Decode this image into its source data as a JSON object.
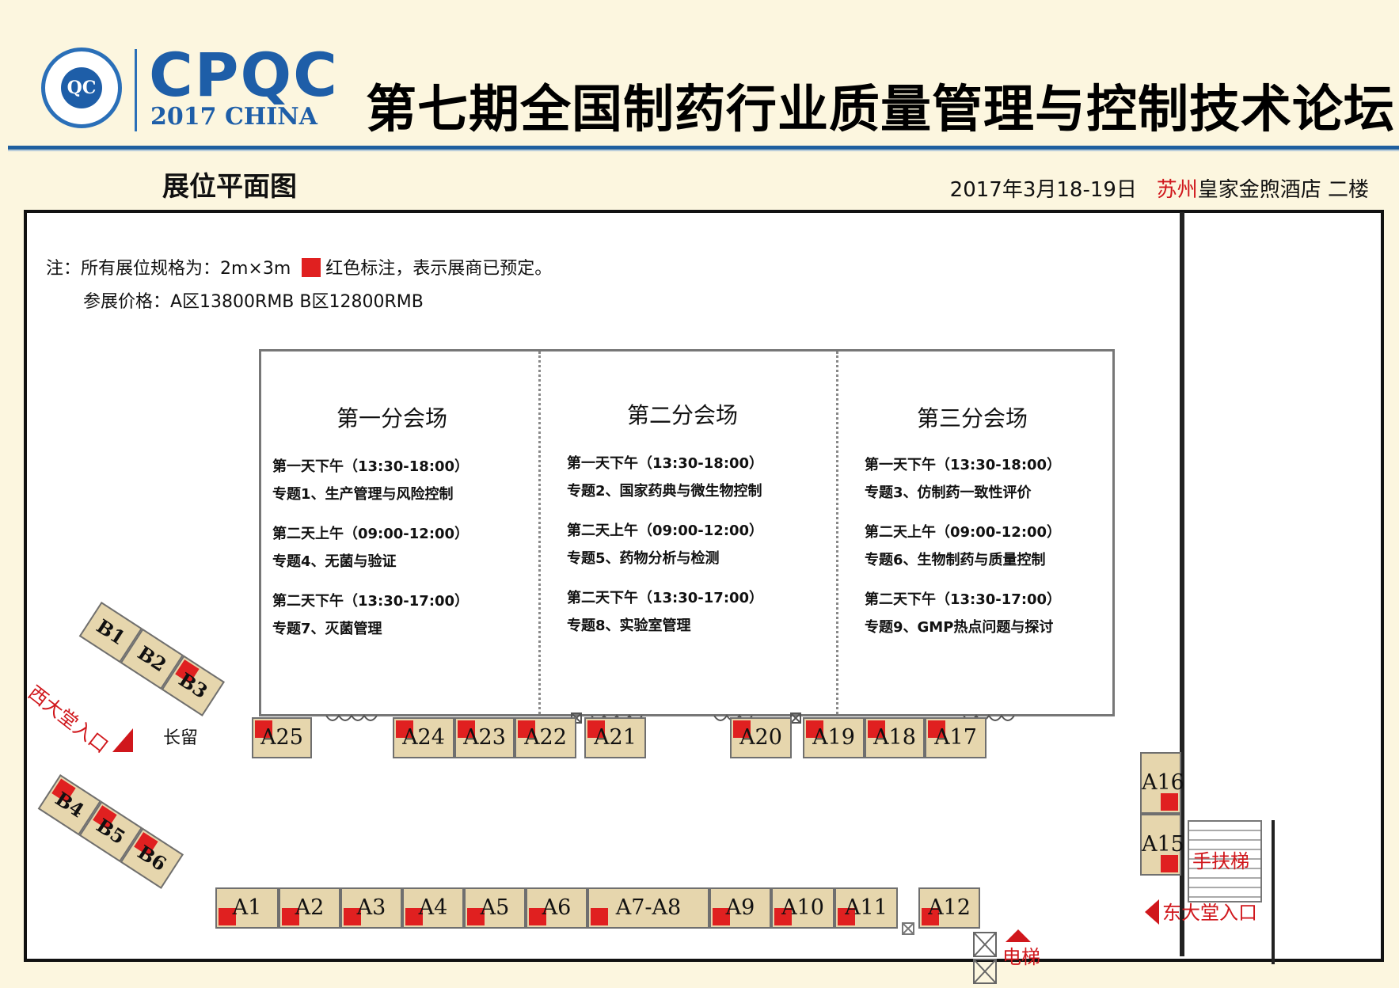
{
  "header": {
    "logo_text": "QC",
    "brand": "CPQC",
    "brand_sub": "2017 CHINA",
    "title": "第七期全国制药行业质量管理与控制技术论坛"
  },
  "subheader": {
    "plan_label": "展位平面图",
    "date": "2017年3月18-19日",
    "city": "苏州",
    "venue": "皇家金煦酒店 二楼"
  },
  "notes": {
    "spec_prefix": "注：所有展位规格为：2m×3m",
    "spec_suffix": "红色标注，表示展商已预定。",
    "price": "参展价格：A区13800RMB   B区12800RMB"
  },
  "halls": [
    {
      "title": "第一分会场",
      "sessions": [
        {
          "time": "第一天下午（13:30-18:00）",
          "topic": "专题1、生产管理与风险控制"
        },
        {
          "time": "第二天上午（09:00-12:00）",
          "topic": "专题4、无菌与验证"
        },
        {
          "time": "第二天下午（13:30-17:00）",
          "topic": "专题7、灭菌管理"
        }
      ]
    },
    {
      "title": "第二分会场",
      "sessions": [
        {
          "time": "第一天下午（13:30-18:00）",
          "topic": "专题2、国家药典与微生物控制"
        },
        {
          "time": "第二天上午（09:00-12:00）",
          "topic": "专题5、药物分析与检测"
        },
        {
          "time": "第二天下午（13:30-17:00）",
          "topic": "专题8、实验室管理"
        }
      ]
    },
    {
      "title": "第三分会场",
      "sessions": [
        {
          "time": "第一天下午（13:30-18:00）",
          "topic": "专题3、仿制药一致性评价"
        },
        {
          "time": "第二天上午（09:00-12:00）",
          "topic": "专题6、生物制药与质量控制"
        },
        {
          "time": "第二天下午（13:30-17:00）",
          "topic": "专题9、GMP热点问题与探讨"
        }
      ]
    }
  ],
  "booths": {
    "A1": "A1",
    "A2": "A2",
    "A3": "A3",
    "A4": "A4",
    "A5": "A5",
    "A6": "A6",
    "A7_A8": "A7-A8",
    "A9": "A9",
    "A10": "A10",
    "A11": "A11",
    "A12": "A12",
    "A15": "A15",
    "A16": "A16",
    "A17": "A17",
    "A18": "A18",
    "A19": "A19",
    "A20": "A20",
    "A21": "A21",
    "A22": "A22",
    "A23": "A23",
    "A24": "A24",
    "A25": "A25",
    "B1": "B1",
    "B2": "B2",
    "B3": "B3",
    "B4": "B4",
    "B5": "B5",
    "B6": "B6"
  },
  "labels": {
    "west_entrance": "西大堂入口",
    "long_stay": "长留",
    "escalator": "手扶梯",
    "east_entrance": "东大堂入口",
    "elevator": "电梯"
  },
  "colors": {
    "brand_blue": "#1e5ea8",
    "reserved_red": "#e02020",
    "booth_fill": "#e6d6ad",
    "background": "#fcf6df"
  }
}
